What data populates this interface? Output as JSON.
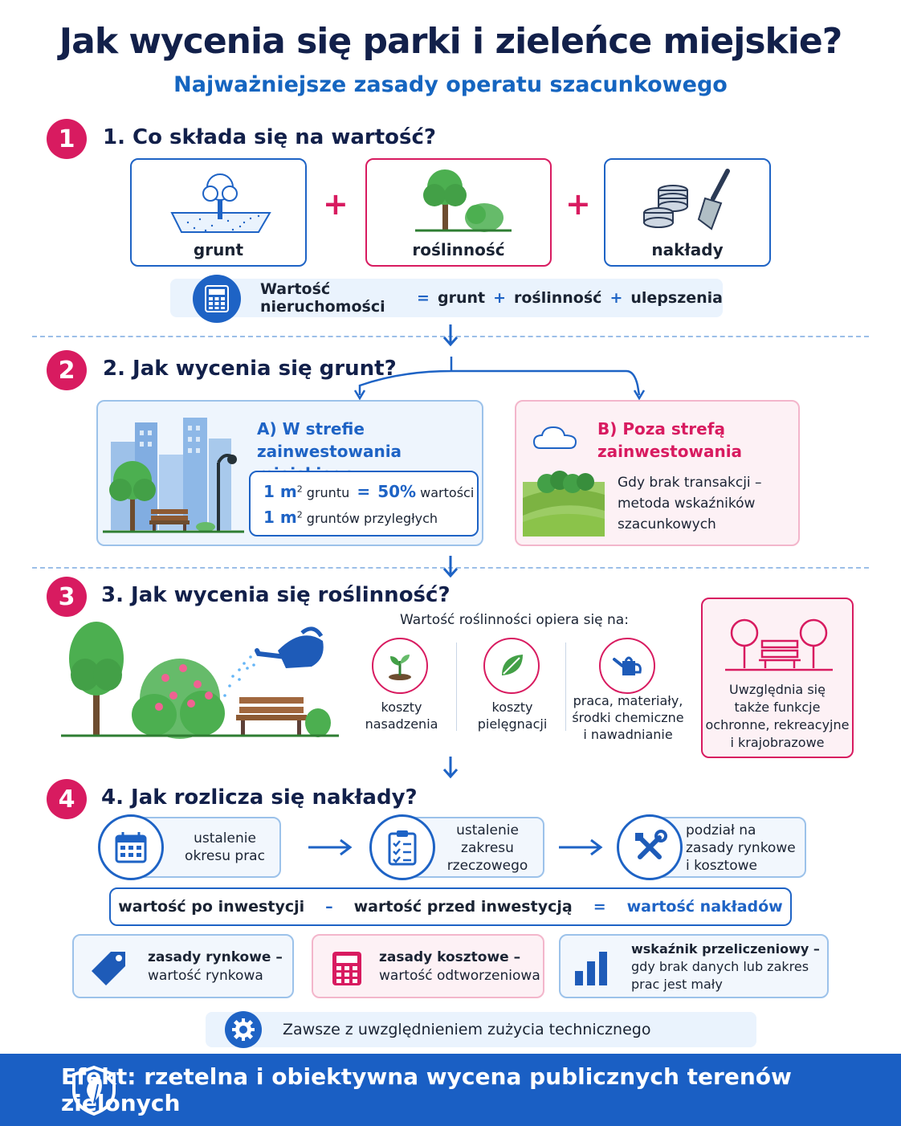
{
  "header": {
    "title": "Jak wycenia się parki i zieleńce miejskie?",
    "subtitle": "Najważniejsze zasady operatu szacunkowego"
  },
  "section1": {
    "number": "1",
    "title": "1. Co składa się na wartość?",
    "cards": [
      {
        "label": "grunt",
        "icon": "land-tree-icon"
      },
      {
        "label": "roślinność",
        "icon": "trees-bush-icon"
      },
      {
        "label": "nakłady",
        "icon": "coins-trowel-icon"
      }
    ],
    "plus": "+",
    "formula": {
      "lhs": "Wartość nieruchomości",
      "eq": "=",
      "t1": "grunt",
      "plus": "+",
      "t2": "roślinność",
      "t3": "ulepszenia"
    }
  },
  "section2": {
    "number": "2",
    "title": "2. Jak wycenia się grunt?",
    "a": {
      "title_line1": "A) W strefie",
      "title_line2": "zainwestowania miejskiego",
      "l1_a": "1 m",
      "l1_sup": "2",
      "l1_b": " gruntu",
      "l1_eq": "=",
      "l1_pct": "50%",
      "l1_c": "wartości",
      "l2_a": "1 m",
      "l2_sup": "2",
      "l2_b": " gruntów przyległych"
    },
    "b": {
      "title_line1": "B) Poza strefą",
      "title_line2": "zainwestowania",
      "text1": "Gdy brak transakcji –",
      "text2": "metoda wskaźników",
      "text3": "szacunkowych"
    }
  },
  "section3": {
    "number": "3",
    "title": "3. Jak wycenia się roślinność?",
    "basis": "Wartość roślinności opiera się na:",
    "items": [
      {
        "l1": "koszty",
        "l2": "nasadzenia",
        "l3": ""
      },
      {
        "l1": "koszty",
        "l2": "pielęgnacji",
        "l3": ""
      },
      {
        "l1": "praca, materiały,",
        "l2": "środki chemiczne",
        "l3": "i nawadnianie"
      }
    ],
    "note": {
      "l1": "Uwzględnia się",
      "l2": "także funkcje",
      "l3": "ochronne, rekreacyjne",
      "l4": "i krajobrazowe"
    }
  },
  "section4": {
    "number": "4",
    "title": "4. Jak rozlicza się nakłady?",
    "steps": [
      {
        "l1": "ustalenie",
        "l2": "okresu prac",
        "l3": ""
      },
      {
        "l1": "ustalenie",
        "l2": "zakresu",
        "l3": "rzeczowego"
      },
      {
        "l1": "podział na",
        "l2": "zasady rynkowe",
        "l3": "i kosztowe"
      }
    ],
    "formula": {
      "a": "wartość po inwestycji",
      "minus": "–",
      "b": "wartość przed inwestycją",
      "eq": "=",
      "c": "wartość nakładów"
    },
    "methods": [
      {
        "l1": "zasady rynkowe –",
        "l2": "wartość rynkowa",
        "l3": ""
      },
      {
        "l1": "zasady kosztowe –",
        "l2": "wartość odtworzeniowa",
        "l3": ""
      },
      {
        "l1": "wskaźnik przeliczeniowy –",
        "l2": "gdy brak danych lub zakres",
        "l3": "prac jest mały"
      }
    ],
    "wear": "Zawsze z uwzględnieniem zużycia technicznego"
  },
  "footer": {
    "text": "Efekt: rzetelna i obiektywna wycena publicznych terenów zielonych"
  },
  "colors": {
    "navy": "#12204a",
    "blue": "#1e63c5",
    "pink": "#d81b60",
    "green": "#43a047",
    "footer": "#1a5fc4"
  }
}
